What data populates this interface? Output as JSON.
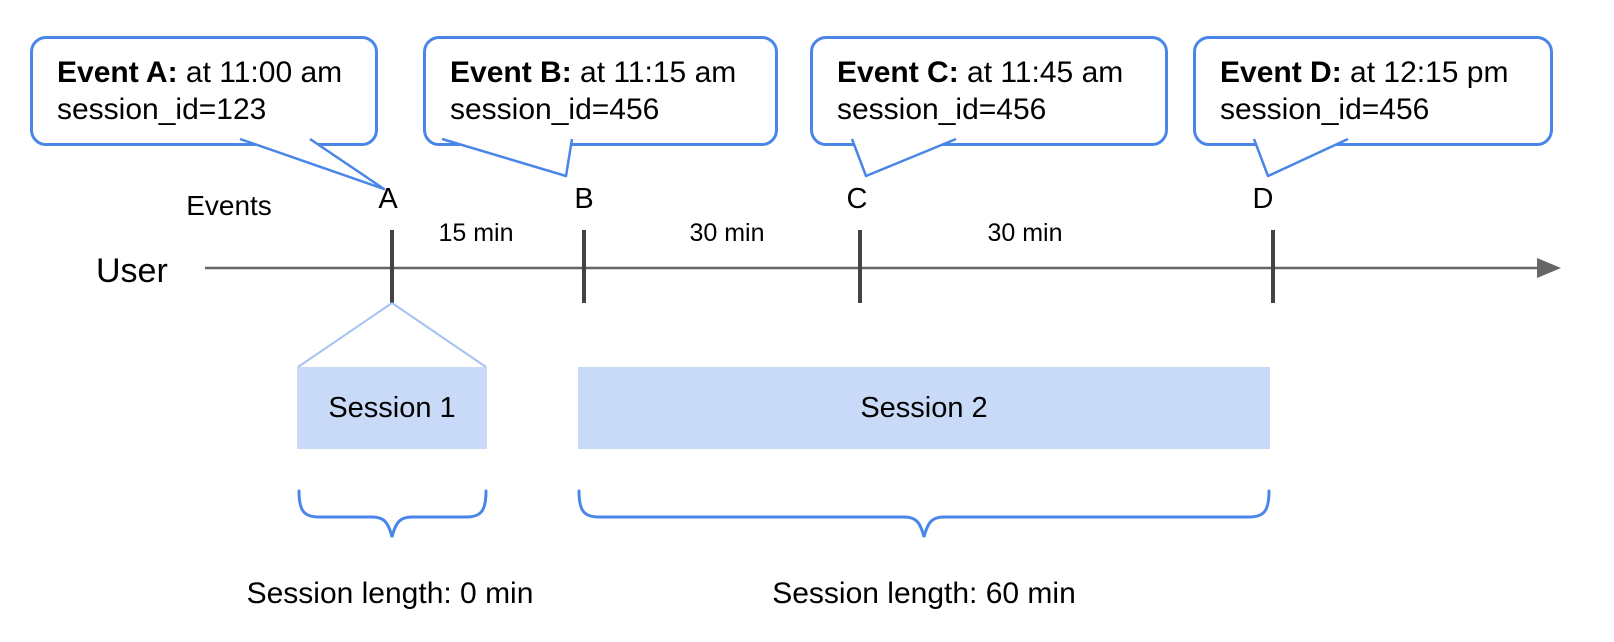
{
  "colors": {
    "accent-blue": "#4a86e8",
    "funnel-blue": "#a4c2f4",
    "session-fill": "#c9daf8",
    "axis-gray": "#666666",
    "tick-gray": "#434343",
    "text-black": "#000000"
  },
  "bubbles": [
    {
      "event_label": "Event A:",
      "time_text": "at 11:00 am",
      "session_text": "session_id=123"
    },
    {
      "event_label": "Event B:",
      "time_text": "at 11:15 am",
      "session_text": "session_id=456"
    },
    {
      "event_label": "Event C:",
      "time_text": "at 11:45 am",
      "session_text": "session_id=456"
    },
    {
      "event_label": "Event D:",
      "time_text": "at 12:15 pm",
      "session_text": "session_id=456"
    }
  ],
  "timeline": {
    "user_label": "User",
    "events_label": "Events",
    "marks": [
      "A",
      "B",
      "C",
      "D"
    ],
    "intervals": [
      "15 min",
      "30 min",
      "30 min"
    ]
  },
  "sessions": [
    {
      "label": "Session 1",
      "length_label": "Session length: 0 min"
    },
    {
      "label": "Session 2",
      "length_label": "Session length: 60 min"
    }
  ]
}
